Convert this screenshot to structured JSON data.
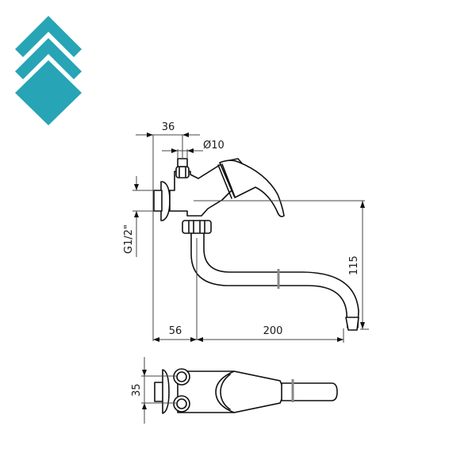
{
  "logo": {
    "icon": "stacked-chevrons-diamond-logo",
    "color": "#27a4b5"
  },
  "side_view": {
    "dimensions": {
      "overall_depth": "36",
      "outlet_diameter": "Ø10",
      "thread": "G1/2\"",
      "height": "115",
      "wall_to_spout_axis": "56",
      "spout_reach": "200"
    }
  },
  "top_view": {
    "dimensions": {
      "connection_spacing": "35"
    }
  },
  "colors": {
    "line": "#111111",
    "dimension_line": "#444444",
    "ring": "#888888",
    "background": "#ffffff"
  }
}
